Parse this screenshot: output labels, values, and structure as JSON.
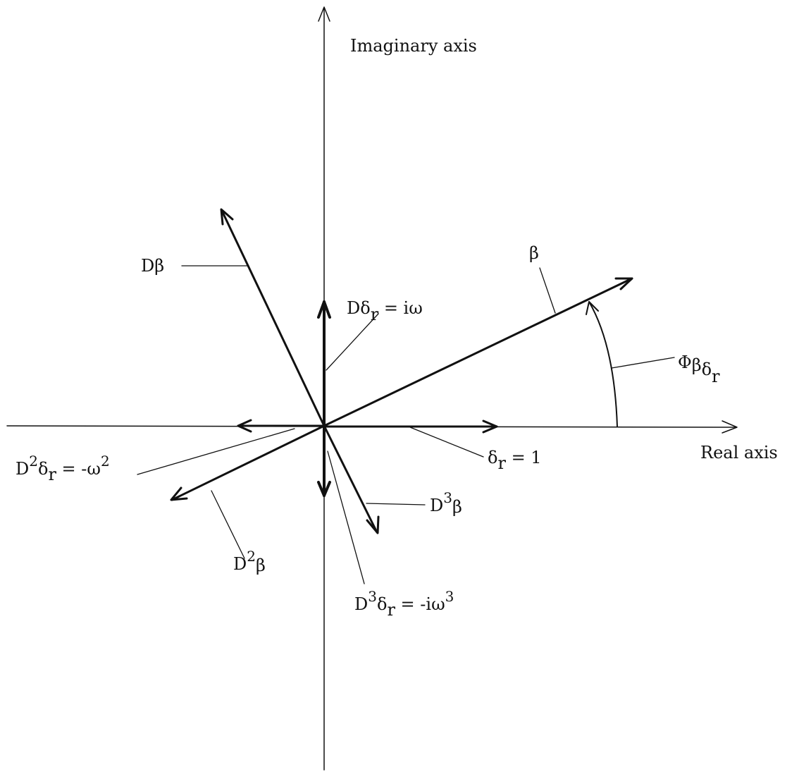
{
  "axes": {
    "imaginary_label": "Imaginary axis",
    "real_label": "Real axis"
  },
  "vectors": {
    "d_beta": {
      "base": "Dβ"
    },
    "d_delta_r": {
      "base": "Dδ",
      "sub": "r",
      "rest": " = iω"
    },
    "beta": {
      "base": "β"
    },
    "phi": {
      "base": "Φ",
      "sub1": "β",
      "sub2": "δ",
      "sub3": "r"
    },
    "delta_r": {
      "base": "δ",
      "sub": "r",
      "rest": " = 1"
    },
    "d2_delta_r": {
      "base": "D",
      "sup": "2",
      "mid": "δ",
      "sub": "r",
      "rest": " = -ω",
      "sup2": "2"
    },
    "d3_beta": {
      "base": "D",
      "sup": "3",
      "mid": "β"
    },
    "d2_beta": {
      "base": "D",
      "sup": "2",
      "mid": "β"
    },
    "d3_delta_r": {
      "base": "D",
      "sup": "3",
      "mid": "δ",
      "sub": "r",
      "rest": " = -iω",
      "sup2": "3"
    }
  },
  "colors": {
    "ink": "#111111",
    "background": "#ffffff"
  }
}
